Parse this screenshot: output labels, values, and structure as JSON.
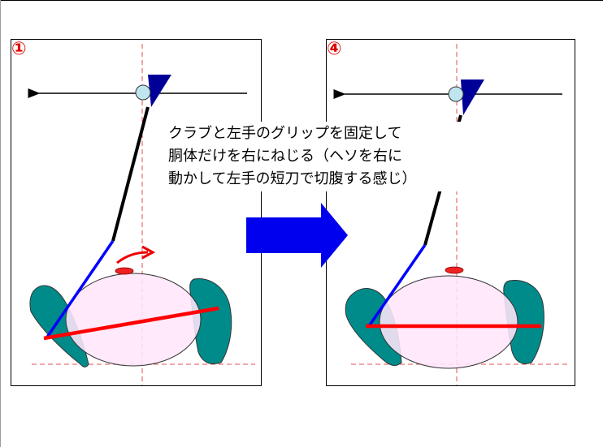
{
  "panels": [
    {
      "id": "left",
      "step": "①"
    },
    {
      "id": "right",
      "step": "④"
    }
  ],
  "caption": "クラブと左手のグリップを固定して\n胴体だけを右にねじる（ヘソを右に\n動かして左手の短刀で切腹する感じ）",
  "colors": {
    "club_shaft": "#000000",
    "left_arm": "#0000ff",
    "shoulder_line": "#ff0000",
    "body": "#ffe6fb",
    "legs": "#008b8b",
    "club_head": "#000099",
    "guide_line": "#e05050",
    "big_arrow": "#0000ee",
    "step_number": "#e00000"
  }
}
